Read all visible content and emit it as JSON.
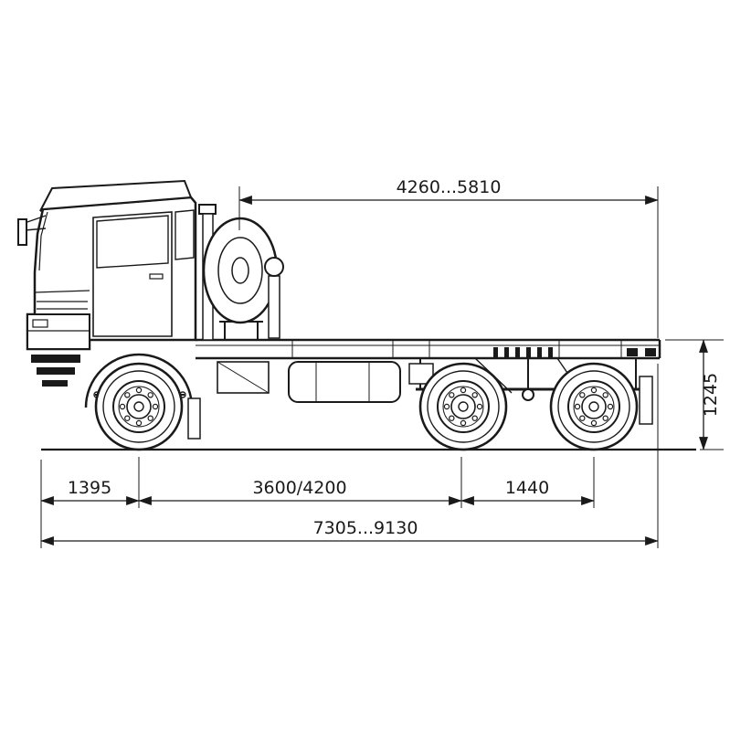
{
  "page": {
    "background": "#ffffff",
    "ink_color": "#1a1a1a"
  },
  "diagram": {
    "type": "technical-dimension-drawing",
    "subject": "truck-chassis-side-view",
    "dimensions": {
      "top_span": "4260...5810",
      "frame_height": "1245",
      "front_overhang": "1395",
      "wheelbase": "3600/4200",
      "rear_axle_spread": "1440",
      "overall_length": "7305...9130"
    }
  }
}
